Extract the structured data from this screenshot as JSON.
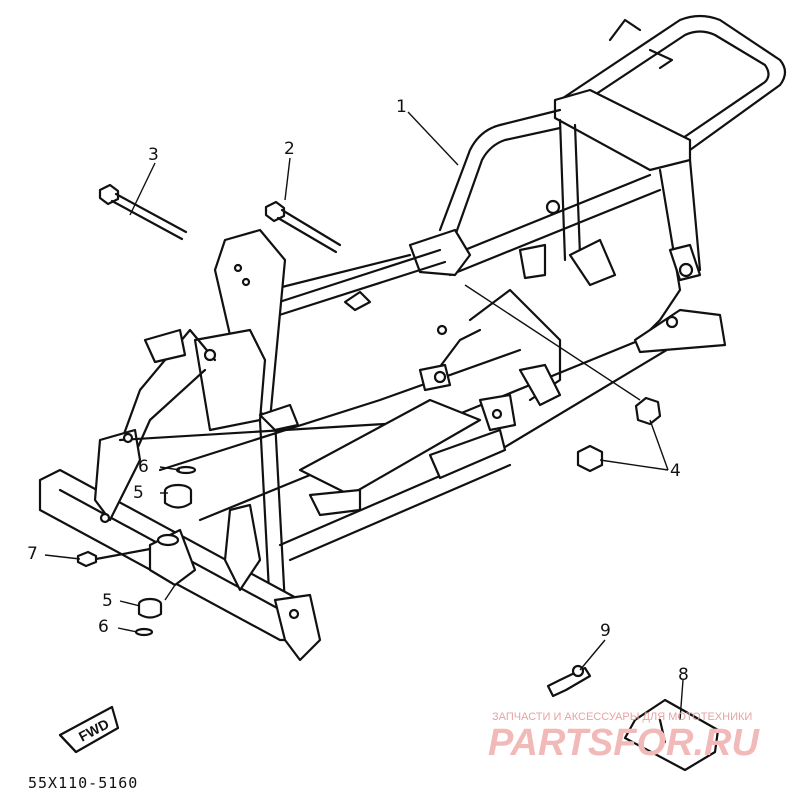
{
  "diagram": {
    "catalog_code": "55X110-5160",
    "fwd_label": "FWD",
    "watermark": {
      "caption": "ЗАПЧАСТИ И АКСЕССУАРЫ ДЛЯ МОТОТЕХНИКИ",
      "brand": "PARTSFOR.RU"
    },
    "callouts": [
      {
        "id": "c1",
        "number": "1"
      },
      {
        "id": "c2",
        "number": "2"
      },
      {
        "id": "c3",
        "number": "3"
      },
      {
        "id": "c4",
        "number": "4"
      },
      {
        "id": "c5a",
        "number": "5"
      },
      {
        "id": "c5b",
        "number": "5"
      },
      {
        "id": "c6a",
        "number": "6"
      },
      {
        "id": "c6b",
        "number": "6"
      },
      {
        "id": "c7",
        "number": "7"
      },
      {
        "id": "c8",
        "number": "8"
      },
      {
        "id": "c9",
        "number": "9"
      }
    ]
  }
}
